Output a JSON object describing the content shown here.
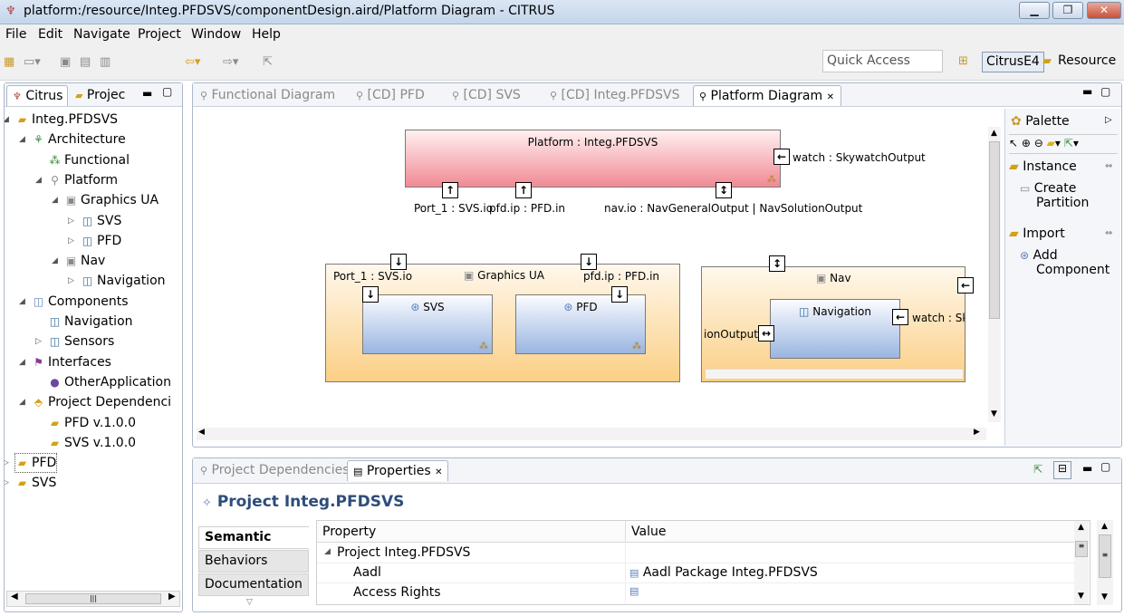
{
  "window": {
    "title": "platform:/resource/Integ.PFDSVS/componentDesign.aird/Platform Diagram - CITRUS"
  },
  "menu": [
    "File",
    "Edit",
    "Navigate",
    "Project",
    "Window",
    "Help"
  ],
  "toolbar": {
    "quick_access_placeholder": "Quick Access",
    "perspectives": [
      "CitrusE4",
      "Resource"
    ]
  },
  "left_panel": {
    "tabs": [
      "Citrus",
      "Projec"
    ],
    "tree": [
      {
        "label": "Integ.PFDSVS",
        "level": 0,
        "icon": "project-icon",
        "twisty": "open"
      },
      {
        "label": "Architecture",
        "level": 1,
        "icon": "architecture-icon",
        "twisty": "open"
      },
      {
        "label": "Functional",
        "level": 2,
        "icon": "functional-icon",
        "twisty": "none"
      },
      {
        "label": "Platform",
        "level": 2,
        "icon": "platform-icon",
        "twisty": "open"
      },
      {
        "label": "Graphics UA",
        "level": 3,
        "icon": "package-icon",
        "twisty": "open"
      },
      {
        "label": "SVS",
        "level": 4,
        "icon": "component-icon",
        "twisty": "closed"
      },
      {
        "label": "PFD",
        "level": 4,
        "icon": "component-icon",
        "twisty": "closed"
      },
      {
        "label": "Nav",
        "level": 3,
        "icon": "package-icon",
        "twisty": "open"
      },
      {
        "label": "Navigation",
        "level": 4,
        "icon": "component-icon",
        "twisty": "closed"
      },
      {
        "label": "Components",
        "level": 1,
        "icon": "components-icon",
        "twisty": "open"
      },
      {
        "label": "Navigation",
        "level": 2,
        "icon": "component-icon",
        "twisty": "none"
      },
      {
        "label": "Sensors",
        "level": 2,
        "icon": "component-icon",
        "twisty": "closed"
      },
      {
        "label": "Interfaces",
        "level": 1,
        "icon": "interfaces-icon",
        "twisty": "open"
      },
      {
        "label": "OtherApplication",
        "level": 2,
        "icon": "interface-icon",
        "twisty": "none"
      },
      {
        "label": "Project Dependenci",
        "level": 1,
        "icon": "dependencies-icon",
        "twisty": "open"
      },
      {
        "label": "PFD v.1.0.0",
        "level": 2,
        "icon": "project-icon",
        "twisty": "none"
      },
      {
        "label": "SVS v.1.0.0",
        "level": 2,
        "icon": "project-icon",
        "twisty": "none"
      },
      {
        "label": "PFD",
        "level": 0,
        "icon": "project-icon",
        "twisty": "closed"
      },
      {
        "label": "SVS",
        "level": 0,
        "icon": "project-icon",
        "twisty": "closed"
      }
    ]
  },
  "editor": {
    "tabs": [
      "Functional Diagram",
      "[CD] PFD",
      "[CD] SVS",
      "[CD] Integ.PFDSVS",
      "Platform Diagram"
    ],
    "diagram": {
      "platform_title": "Platform : Integ.PFDSVS",
      "watch_label": "watch : SkywatchOutput",
      "port1_label": "Port_1 : SVS.io",
      "pfd_label": "pfd.ip : PFD.in",
      "nav_label": "nav.io : NavGeneralOutput | NavSolutionOutput",
      "graphics_title": "Graphics UA",
      "graphics_port1": "Port_1 : SVS.io",
      "graphics_pfd": "pfd.ip : PFD.in",
      "svs": "SVS",
      "pfd": "PFD",
      "nav_title": "Nav",
      "navigation": "Navigation",
      "nav_output": "ionOutput",
      "nav_watch": "watch : Sk"
    }
  },
  "palette": {
    "title": "Palette",
    "sections": [
      "Instance",
      "Import"
    ],
    "tools": [
      "Create Partition",
      "Add Component"
    ],
    "create_line1": "Create",
    "create_line2": "Partition",
    "add_line1": "Add",
    "add_line2": "Component"
  },
  "bottom": {
    "tabs": [
      "Project Dependencies",
      "Properties"
    ],
    "header": "Project Integ.PFDSVS",
    "side_tabs": [
      "Semantic",
      "Behaviors",
      "Documentation"
    ],
    "columns": [
      "Property",
      "Value"
    ],
    "rows": [
      {
        "property": "Project Integ.PFDSVS",
        "value": ""
      },
      {
        "property": "Aadl",
        "value": "Aadl Package Integ.PFDSVS"
      },
      {
        "property": "Access Rights",
        "value": ""
      }
    ]
  },
  "colors": {
    "platform_fill": "#f4a3a8",
    "container_fill": "#fbdca0",
    "component_fill": "#9ab5e0"
  }
}
